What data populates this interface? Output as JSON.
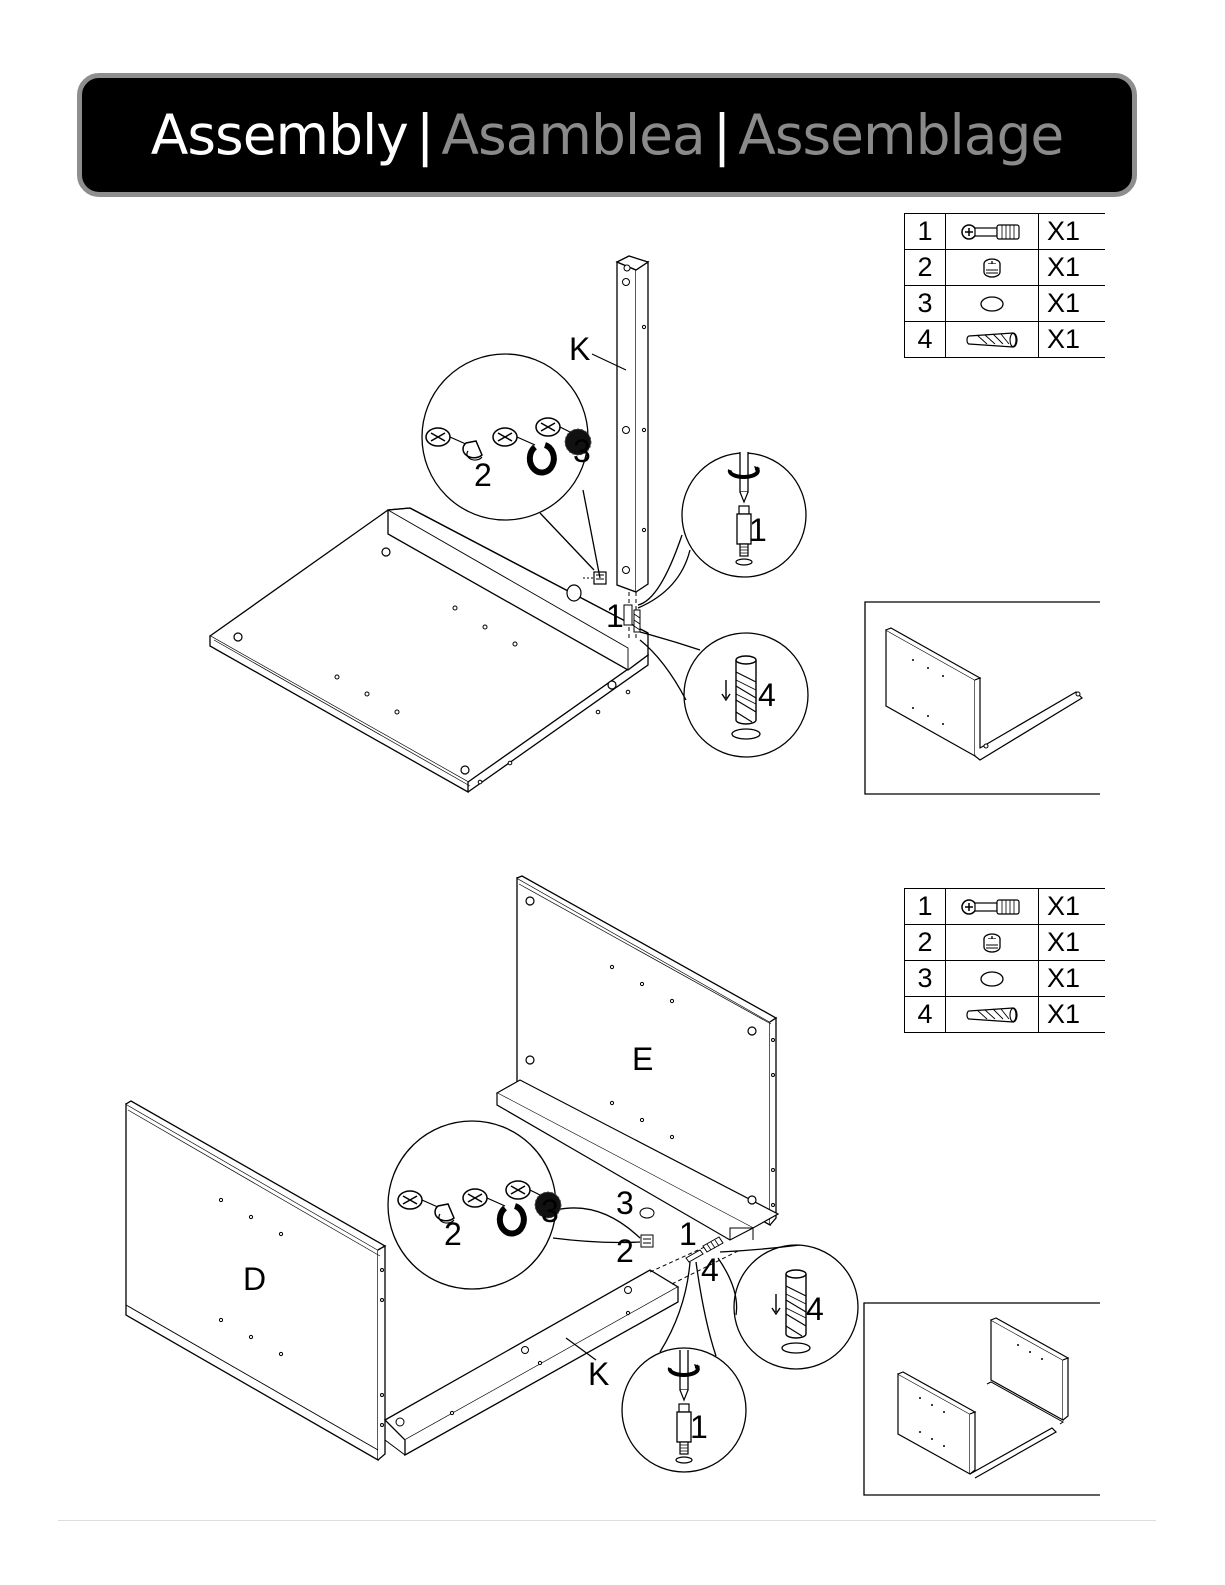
{
  "header": {
    "title_en": "Assembly",
    "separator_1": "|",
    "title_es": "Asamblea",
    "separator_2": "|",
    "title_fr": "Assemblage"
  },
  "step1": {
    "parts": [
      {
        "number": "1",
        "icon": "cam-bolt-icon",
        "qty": "X1"
      },
      {
        "number": "2",
        "icon": "cam-lock-icon",
        "qty": "X1"
      },
      {
        "number": "3",
        "icon": "cap-icon",
        "qty": "X1"
      },
      {
        "number": "4",
        "icon": "dowel-icon",
        "qty": "X1"
      }
    ],
    "labels": {
      "panel_k": "K",
      "zoom_cam_2": "2",
      "zoom_cam_3": "3",
      "zoom_bolt_1": "1",
      "part_1": "1",
      "zoom_dowel_4": "4"
    }
  },
  "step2": {
    "parts": [
      {
        "number": "1",
        "icon": "cam-bolt-icon",
        "qty": "X1"
      },
      {
        "number": "2",
        "icon": "cam-lock-icon",
        "qty": "X1"
      },
      {
        "number": "3",
        "icon": "cap-icon",
        "qty": "X1"
      },
      {
        "number": "4",
        "icon": "dowel-icon",
        "qty": "X1"
      }
    ],
    "labels": {
      "panel_e": "E",
      "panel_d": "D",
      "panel_k": "K",
      "zoom_cam_2": "2",
      "zoom_cam_3": "3",
      "part_3": "3",
      "part_2": "2",
      "part_1": "1",
      "part_4": "4",
      "zoom_dowel_4": "4",
      "zoom_bolt_1": "1"
    }
  },
  "colors": {
    "banner_bg": "#000000",
    "banner_border": "#8e8e8e",
    "title_gray": "#8a8a8a"
  }
}
